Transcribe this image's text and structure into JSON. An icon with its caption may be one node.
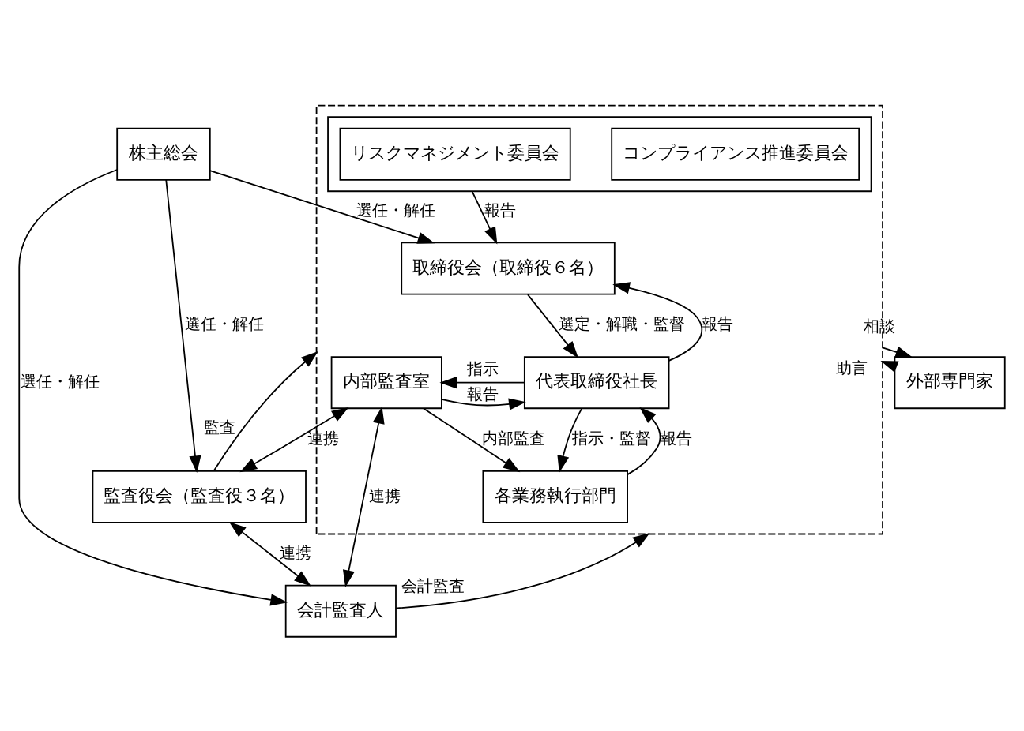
{
  "diagram": {
    "nodes": [
      {
        "text": [
          "株主総会"
        ]
      },
      {
        "text": [],
        "shape": "box"
      },
      {
        "text": [],
        "shape": "box",
        "in": 1
      },
      {
        "text": [
          "コンプライアンス推進委員会"
        ],
        "in": 2
      },
      {
        "text": [
          "リスクマネジメント委員会"
        ],
        "in": 2
      },
      {
        "text": [
          "取締役会（取締役６名）"
        ],
        "in": 1
      },
      {
        "text": [
          "代表取締役社長"
        ],
        "in": 1
      },
      {
        "text": [
          "内部監査室"
        ],
        "in": 1
      },
      {
        "text": [
          "各業務執行部門"
        ],
        "in": 1
      },
      {
        "text": [
          "外部専門家"
        ]
      },
      {
        "text": [
          "監査役会（監査役３名）"
        ]
      },
      {
        "text": [
          "会計監査人"
        ]
      }
    ],
    "edges": [
      {
        "from": 0,
        "to": 5,
        "arrow": "to",
        "label": "選任・解任"
      },
      {
        "from": 0,
        "to": 10,
        "arrow": "to",
        "label": "選任・解任"
      },
      {
        "from": 0,
        "to": 11,
        "arrow": "to",
        "label": "選任・解任"
      },
      {
        "from": 2,
        "to": 5,
        "arrow": "to",
        "label": "報告"
      },
      {
        "from": 5,
        "to": 6,
        "arrow": "to",
        "label": "選定・解職・監督"
      },
      {
        "from": 6,
        "to": 5,
        "arrow": "to",
        "label": "報告"
      },
      {
        "from": 6,
        "to": 7,
        "arrow": "to",
        "label": "指示"
      },
      {
        "from": 7,
        "to": 6,
        "arrow": "to",
        "label": "報告"
      },
      {
        "from": 6,
        "to": 8,
        "arrow": "to",
        "label": "指示・監督"
      },
      {
        "from": 8,
        "to": 6,
        "arrow": "to",
        "label": "報告"
      },
      {
        "from": 7,
        "to": 8,
        "arrow": "to",
        "label": "内部監査"
      },
      {
        "from": 9,
        "to": 1,
        "arrow": "to",
        "label": "助言"
      },
      {
        "from": 1,
        "to": 9,
        "arrow": "to",
        "label": "相談"
      },
      {
        "from": 10,
        "to": 1,
        "arrow": "to",
        "label": "監査"
      },
      {
        "from": 7,
        "to": 10,
        "arrow": "both",
        "label": "連携"
      },
      {
        "from": 7,
        "to": 11,
        "arrow": "both",
        "label": "連携"
      },
      {
        "from": 10,
        "to": 11,
        "arrow": "both",
        "label": "連携"
      },
      {
        "from": 11,
        "to": 1,
        "arrow": "to",
        "label": "会計監査"
      }
    ]
  }
}
